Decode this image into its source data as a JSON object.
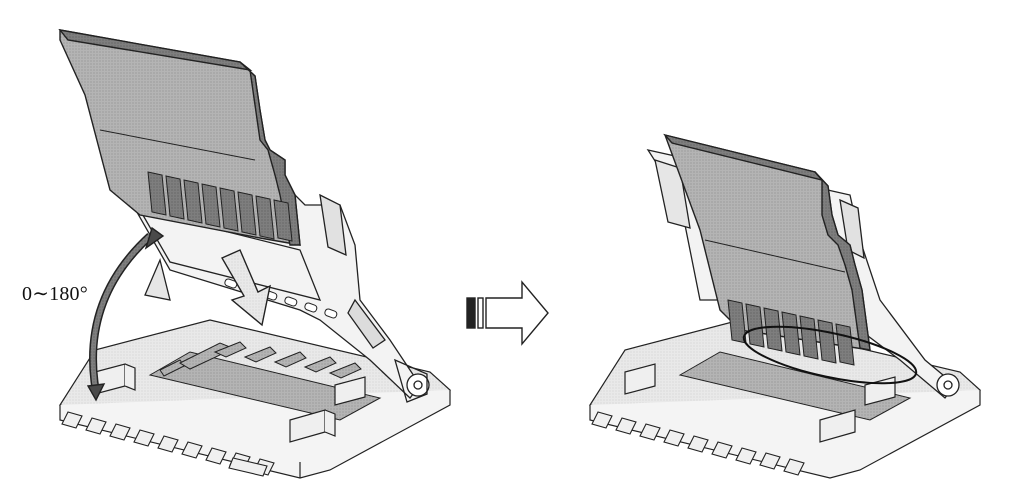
{
  "figure": {
    "angle_label": "0∼180°",
    "colors": {
      "card_fill": "#a9a9a9",
      "card_edge": "#2b2b2b",
      "metal_fill": "#e4e4e4",
      "line": "#222222",
      "arrow_fill": "#cfcfcf"
    },
    "panels": [
      {
        "name": "card-before-insertion",
        "state": "lid open, card above slot"
      },
      {
        "name": "card-after-insertion",
        "state": "card seated, contacts circled"
      }
    ]
  }
}
